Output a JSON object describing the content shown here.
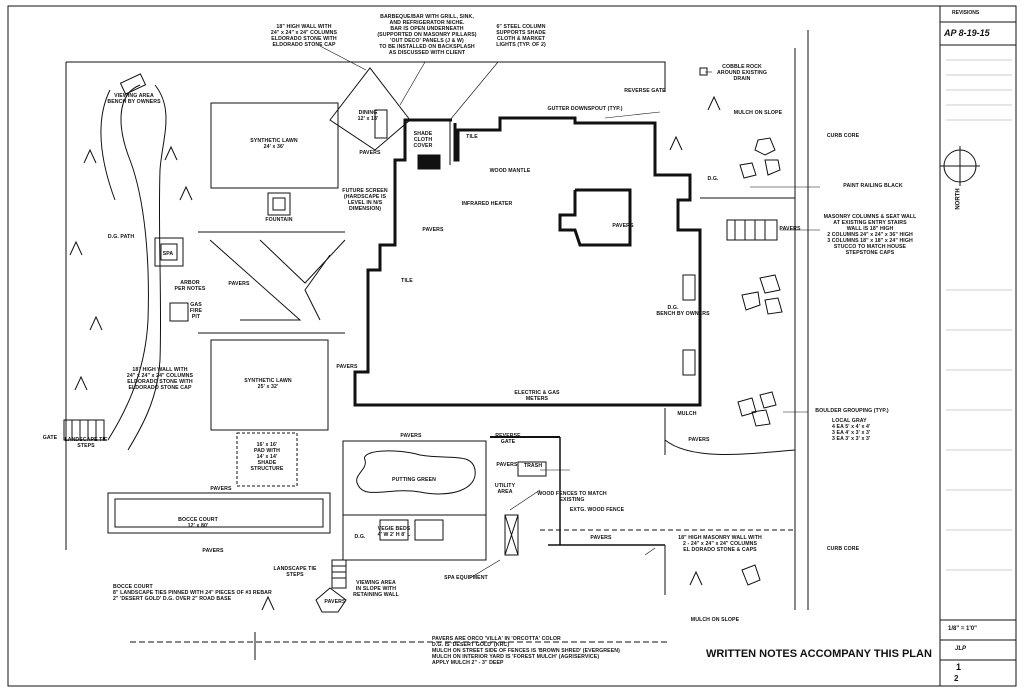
{
  "title_block": {
    "revisions": "REVISIONS",
    "date": "AP 8-19-15",
    "north": "NORTH",
    "scale": "1/8\" = 1'0\"",
    "drawn_by": "JLP",
    "sheet_no": "1",
    "sheet_total": "2"
  },
  "footer_title": "WRITTEN NOTES ACCOMPANY THIS PLAN",
  "notes": {
    "materials": "PAVERS ARE ORCO 'VILLA' IN 'ORCOTTA' COLOR\nD.G. IS 'DESERT GOLD' (KRC)\nMULCH ON STREET SIDE OF FENCES IS 'BROWN SHRED' (EVERGREEN)\nMULCH ON INTERIOR YARD IS 'FOREST MULCH' (AGRISERVICE)\nAPPLY MULCH 2\" - 3\" DEEP",
    "bocce": "BOCCE COURT\n8\" LANDSCAPE TIES PINNED WITH 24\" PIECES OF #3 REBAR\n2\" 'DESERT GOLD' D.G. OVER 2\" ROAD BASE",
    "boulder": "LOCAL GRAY\n4 EA 5' x 4' x 4'\n3 EA 4' x 3' x 3'\n3 EA 3' x 3' x 3'"
  },
  "labels": {
    "wall18_top": "18\" HIGH WALL WITH\n24\" x 24\" x 24\" COLUMNS\nELDORADO STONE WITH\nELDORADO STONE CAP",
    "bbq": "BARBEQUE/BAR WITH GRILL, SINK,\nAND REFRIGERATOR NICHE.\nBAR IS OPEN UNDERNEATH\n(SUPPORTED ON MASONRY PILLARS)\n'OUT DECO' PANELS (J & W)\nTO BE INSTALLED ON BACKSPLASH\nAS DISCUSSED WITH CLIENT",
    "steel_column": "6\" STEEL COLUMN\nSUPPORTS SHADE\nCLOTH & MARKET\nLIGHTS (TYP. OF 2)",
    "viewing_area": "VIEWING AREA\nBENCH BY OWNERS",
    "synthetic_lawn_1": "SYNTHETIC LAWN\n24' x 36'",
    "dining": "DINING\n12' x 18'",
    "pavers": "PAVERS",
    "shade_cloth": "SHADE\nCLOTH\nCOVER",
    "tile": "TILE",
    "gutter": "GUTTER DOWNSPOUT (TYP.)",
    "reverse_gate": "REVERSE GATE",
    "cobble": "COBBLE ROCK\nAROUND EXISTING\nDRAIN",
    "mulch_slope": "MULCH ON SLOPE",
    "curb_core": "CURB CORE",
    "wood_mantle": "WOOD MANTLE",
    "future_screen": "FUTURE SCREEN\n(HARDSCAPE IS\nLEVEL IN N/S\nDIMENSION)",
    "infrared": "INFRARED HEATER",
    "fountain": "FOUNTAIN",
    "dg": "D.G.",
    "paint_railing": "PAINT RAILING BLACK",
    "masonry_columns": "MASONRY COLUMNS & SEAT WALL\nAT EXISTING ENTRY STAIRS\nWALL IS 18\" HIGH\n2 COLUMNS 24\" x 24\" x 36\" HIGH\n3 COLUMNS 18\" x 18\" x 24\" HIGH\nSTUCCO TO MATCH HOUSE\nSTEPSTONE CAPS",
    "dg_path": "D.G. PATH",
    "spa": "SPA",
    "arbor": "ARBOR\nPER NOTES",
    "gas_fire": "GAS\nFIRE\nPIT",
    "bench_owners": "BENCH BY OWNERS",
    "wall18_left": "18\" HIGH WALL WITH\n24\" x 24\" x 24\" COLUMNS\nELDORADO STONE WITH\nELDORADO STONE CAP",
    "synthetic_lawn_2": "SYNTHETIC LAWN\n25' x 32'",
    "electric_gas": "ELECTRIC & GAS\nMETERS",
    "mulch": "MULCH",
    "boulder_grouping": "BOULDER GROUPING (TYP.)",
    "gate": "GATE",
    "landscape_tie_steps": "LANDSCAPE TIE\nSTEPS",
    "shade_structure": "16' x 16'\nPAD WITH\n14' x 14'\nSHADE\nSTRUCTURE",
    "trash": "TRASH",
    "putting_green": "PUTTING GREEN",
    "utility_area": "UTILITY\nAREA",
    "wood_fences": "WOOD FENCES TO MATCH EXISTING",
    "extg_fence": "EXTG. WOOD FENCE",
    "bocce_court": "BOCCE COURT\n12' x 80'",
    "vegie_beds": "VEGIE BEDS\n4' W 2' H 8' L",
    "masonry_wall18": "18\" HIGH MASONRY WALL WITH\n2 - 24\" x 24\" x 24\" COLUMNS\nEL DORADO STONE & CAPS",
    "spa_equipment": "SPA EQUIPMENT",
    "viewing_slope": "VIEWING AREA\nIN SLOPE WITH\nRETAINING WALL",
    "landscape_steps2": "LANDSCAPE TIE\nSTEPS"
  }
}
